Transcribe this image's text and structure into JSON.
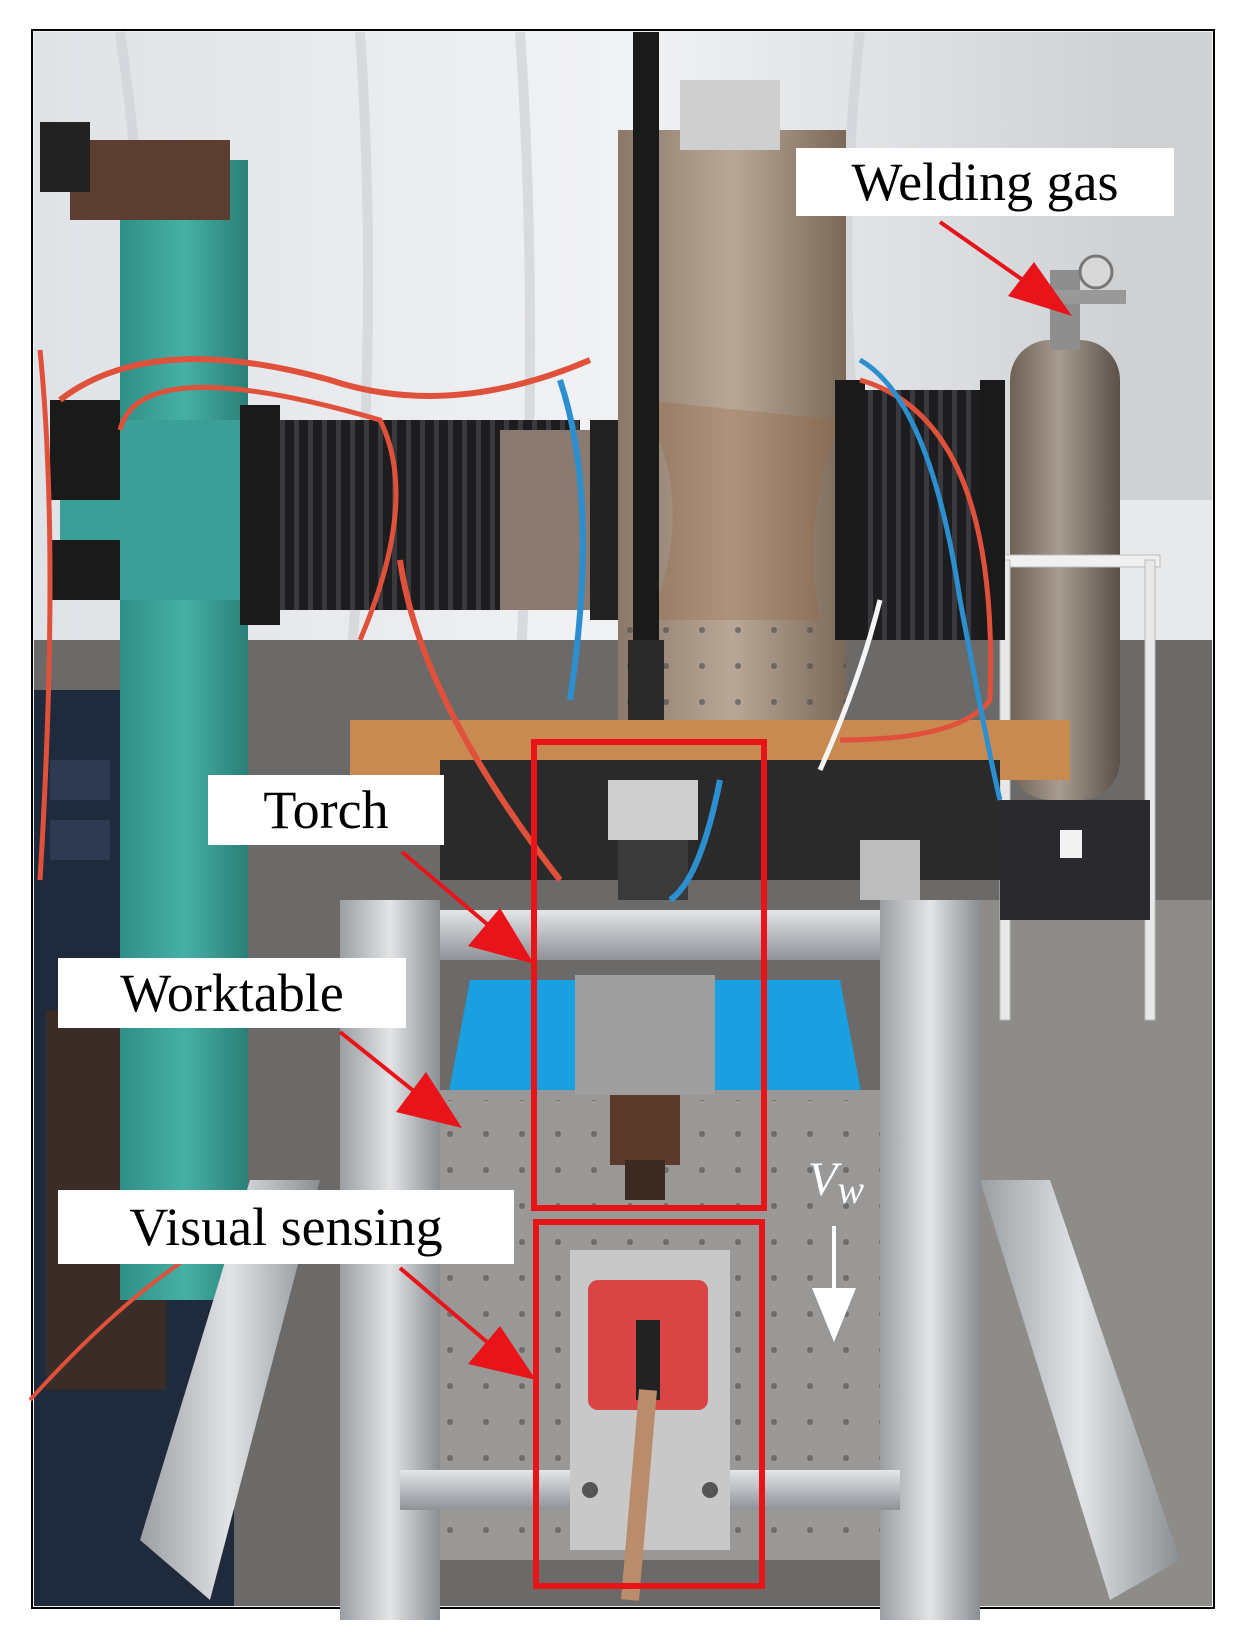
{
  "labels": {
    "welding_gas": "Welding gas",
    "torch": "Torch",
    "worktable": "Worktable",
    "visual_sensing": "Visual sensing",
    "velocity_symbol": "V",
    "velocity_subscript": "w"
  },
  "colors": {
    "highlight_box": "#e8141a",
    "arrow": "#e8141a",
    "label_background": "#ffffff",
    "velocity_arrow": "#ffffff"
  }
}
